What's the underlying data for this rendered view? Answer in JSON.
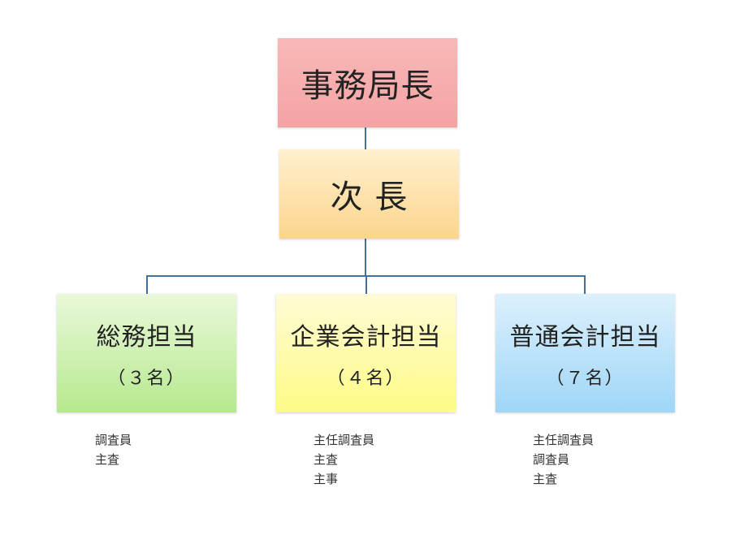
{
  "director": {
    "title": "事務局長"
  },
  "deputy": {
    "title": "次 長"
  },
  "departments": [
    {
      "title": "総務担当",
      "count": "（３名）",
      "staff": [
        "調査員",
        "主査"
      ]
    },
    {
      "title": "企業会計担当",
      "count": "（４名）",
      "staff": [
        "主任調査員",
        "主査",
        "主事"
      ]
    },
    {
      "title": "普通会計担当",
      "count": "（７名）",
      "staff": [
        "主任調査員",
        "調査員",
        "主査"
      ]
    }
  ],
  "colors": {
    "director": "#f4a3a3",
    "deputy": "#fbd58e",
    "general": "#b6e98f",
    "enterprise": "#fdfb86",
    "ordinary": "#9fd6f7",
    "connector": "#41719c"
  }
}
